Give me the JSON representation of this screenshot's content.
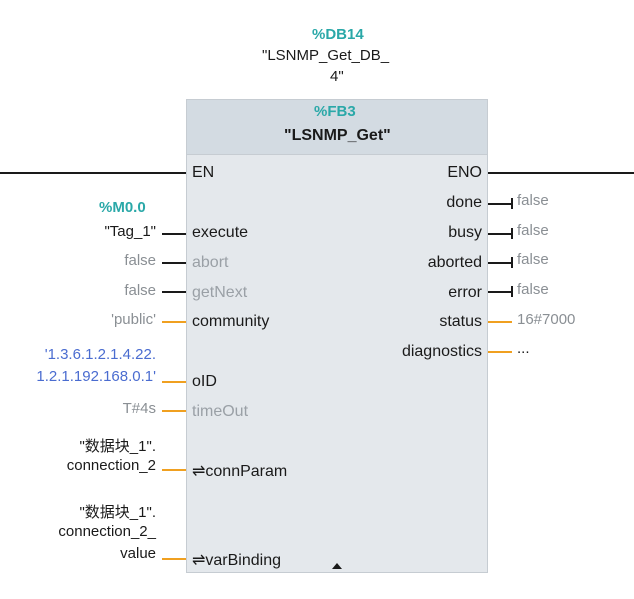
{
  "instance": {
    "db_address": "%DB14",
    "db_name_line1": "\"LSNMP_Get_DB_",
    "db_name_line2": "4\""
  },
  "block": {
    "fb_address": "%FB3",
    "fb_name": "\"LSNMP_Get\""
  },
  "inputs": {
    "en": "EN",
    "execute": {
      "label": "execute",
      "address": "%M0.0",
      "value": "\"Tag_1\""
    },
    "abort": {
      "label": "abort",
      "value": "false"
    },
    "getNext": {
      "label": "getNext",
      "value": "false"
    },
    "community": {
      "label": "community",
      "value": "'public'"
    },
    "oID": {
      "label": "oID",
      "value_line1": "'1.3.6.1.2.1.4.22.",
      "value_line2": "1.2.1.192.168.0.1'"
    },
    "timeOut": {
      "label": "timeOut",
      "value": "T#4s"
    },
    "connParam": {
      "label": "⇌connParam",
      "value_line1": "\"数据块_1\".",
      "value_line2": "connection_2"
    },
    "varBinding": {
      "label": "⇌varBinding",
      "value_line1": "\"数据块_1\".",
      "value_line2": "connection_2_",
      "value_line3": "value"
    }
  },
  "outputs": {
    "eno": "ENO",
    "done": {
      "label": "done",
      "value": "false"
    },
    "busy": {
      "label": "busy",
      "value": "false"
    },
    "aborted": {
      "label": "aborted",
      "value": "false"
    },
    "error": {
      "label": "error",
      "value": "false"
    },
    "status": {
      "label": "status",
      "value": "16#7000"
    },
    "diagnostics": {
      "label": "diagnostics",
      "value": "..."
    }
  },
  "colors": {
    "address_teal": "#2aa8a8",
    "wire_orange": "#f0a020",
    "string_blue": "#4a6cd0",
    "block_bg": "#e4e8ec"
  }
}
